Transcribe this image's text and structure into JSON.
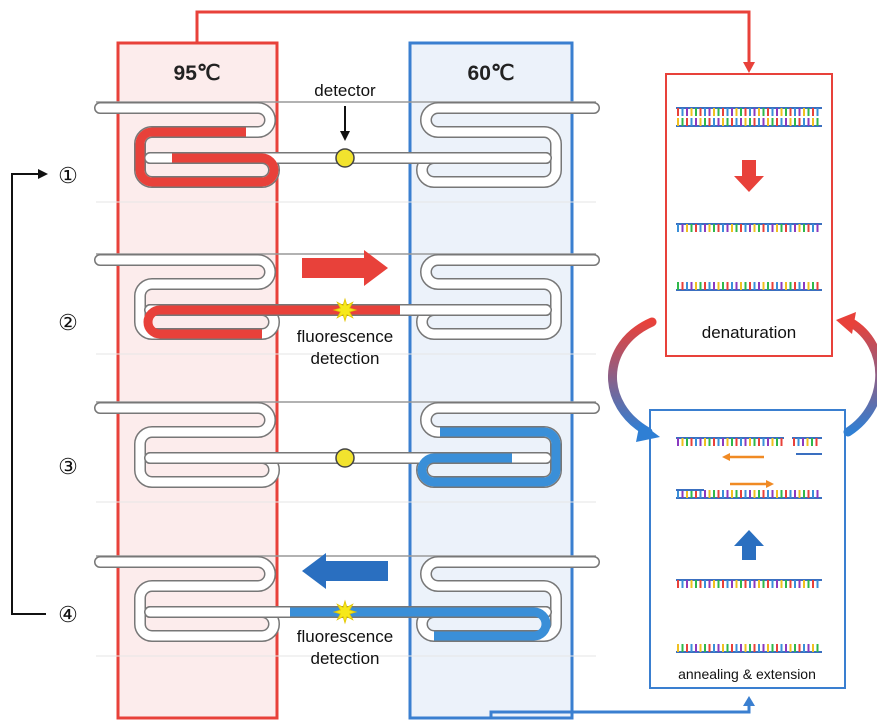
{
  "zones": {
    "hot": {
      "label": "95℃",
      "color": "#e8413a",
      "fill": "#fcecec"
    },
    "cool": {
      "label": "60℃",
      "color": "#3a7fd0",
      "fill": "#ecf2fa"
    }
  },
  "steps": [
    "①",
    "②",
    "③",
    "④"
  ],
  "labels": {
    "detector": "detector",
    "fluor_line1": "fluorescence",
    "fluor_line2": "detection"
  },
  "panels": {
    "denaturation": "denaturation",
    "annealing": "annealing & extension"
  },
  "colors": {
    "red": "#e8413a",
    "blue": "#3a8fd8",
    "dark_blue": "#2a6fc0",
    "detector": "#f2e32e",
    "spark": "#f6e81a",
    "orange": "#f08a24"
  }
}
